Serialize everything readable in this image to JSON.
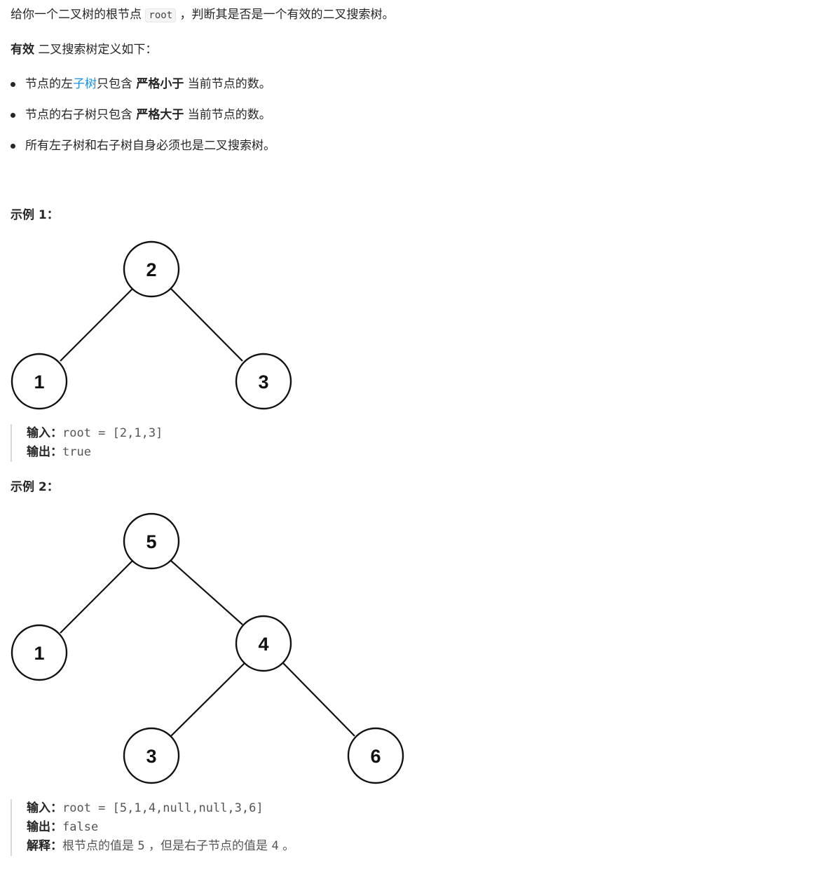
{
  "intro": {
    "before": "给你一个二叉树的根节点 ",
    "code": "root",
    "after": " ，判断其是否是一个有效的二叉搜索树。"
  },
  "definition": {
    "bold": "有效",
    "text": " 二叉搜索树定义如下："
  },
  "rules": {
    "r1_before": "节点的左",
    "r1_link": "子树",
    "r1_mid": "只包含 ",
    "r1_bold": "严格小于",
    "r1_after": " 当前节点的数。",
    "r2_before": "节点的右子树只包含 ",
    "r2_bold": "严格大于",
    "r2_after": " 当前节点的数。",
    "r3": "所有左子树和右子树自身必须也是二叉搜索树。"
  },
  "example1": {
    "title": "示例 1：",
    "nodes": {
      "root": "2",
      "left": "1",
      "right": "3"
    },
    "input_label": "输入：",
    "input_value": "root = [2,1,3]",
    "output_label": "输出：",
    "output_value": "true"
  },
  "example2": {
    "title": "示例 2：",
    "nodes": {
      "root": "5",
      "left": "1",
      "right": "4",
      "right_left": "3",
      "right_right": "6"
    },
    "input_label": "输入：",
    "input_value": "root = [5,1,4,null,null,3,6]",
    "output_label": "输出：",
    "output_value": "false",
    "explain_label": "解释：",
    "explain_a": "根节点的值是 ",
    "explain_v1": "5",
    "explain_b": " ，但是右子节点的值是 ",
    "explain_v2": "4",
    "explain_c": " 。"
  },
  "colors": {
    "text": "#262626",
    "link": "#1a8fe0",
    "code_bg": "#f5f5f5",
    "quote_border": "#d9d9d9"
  }
}
